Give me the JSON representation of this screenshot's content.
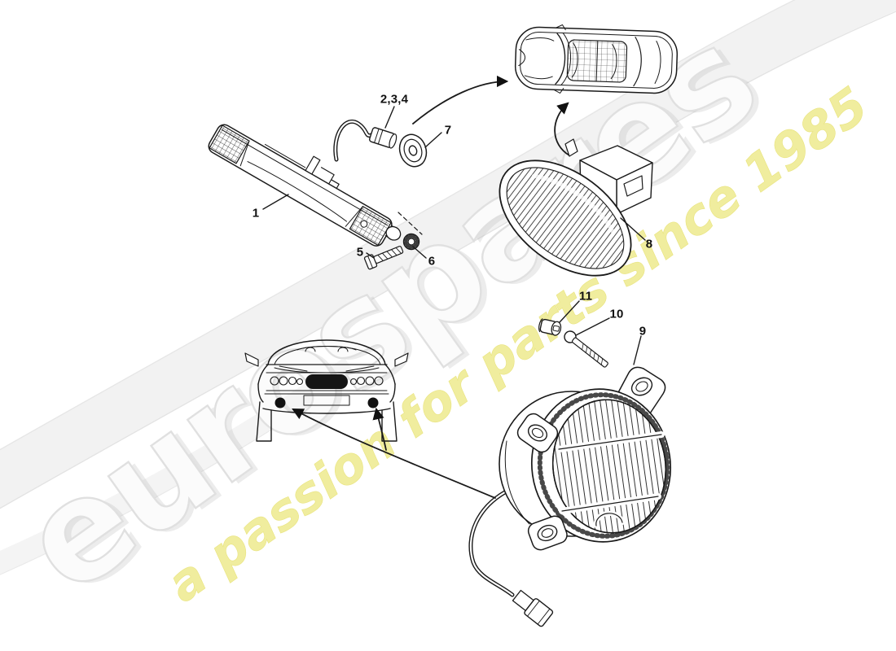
{
  "watermark": {
    "brand": "eurospares",
    "tagline": "a passion for parts since 1985",
    "brand_fill": "#fbfbfb",
    "brand_outline": "#e0e0e0",
    "tagline_color": "#f0ed9e",
    "swoosh_color": "#f2f2f2"
  },
  "diagram": {
    "line_color": "#1a1a1a",
    "callouts": [
      {
        "label": "1"
      },
      {
        "label": "2,3,4"
      },
      {
        "label": "5"
      },
      {
        "label": "6"
      },
      {
        "label": "7"
      },
      {
        "label": "8"
      },
      {
        "label": "9"
      },
      {
        "label": "10"
      },
      {
        "label": "11"
      }
    ]
  }
}
